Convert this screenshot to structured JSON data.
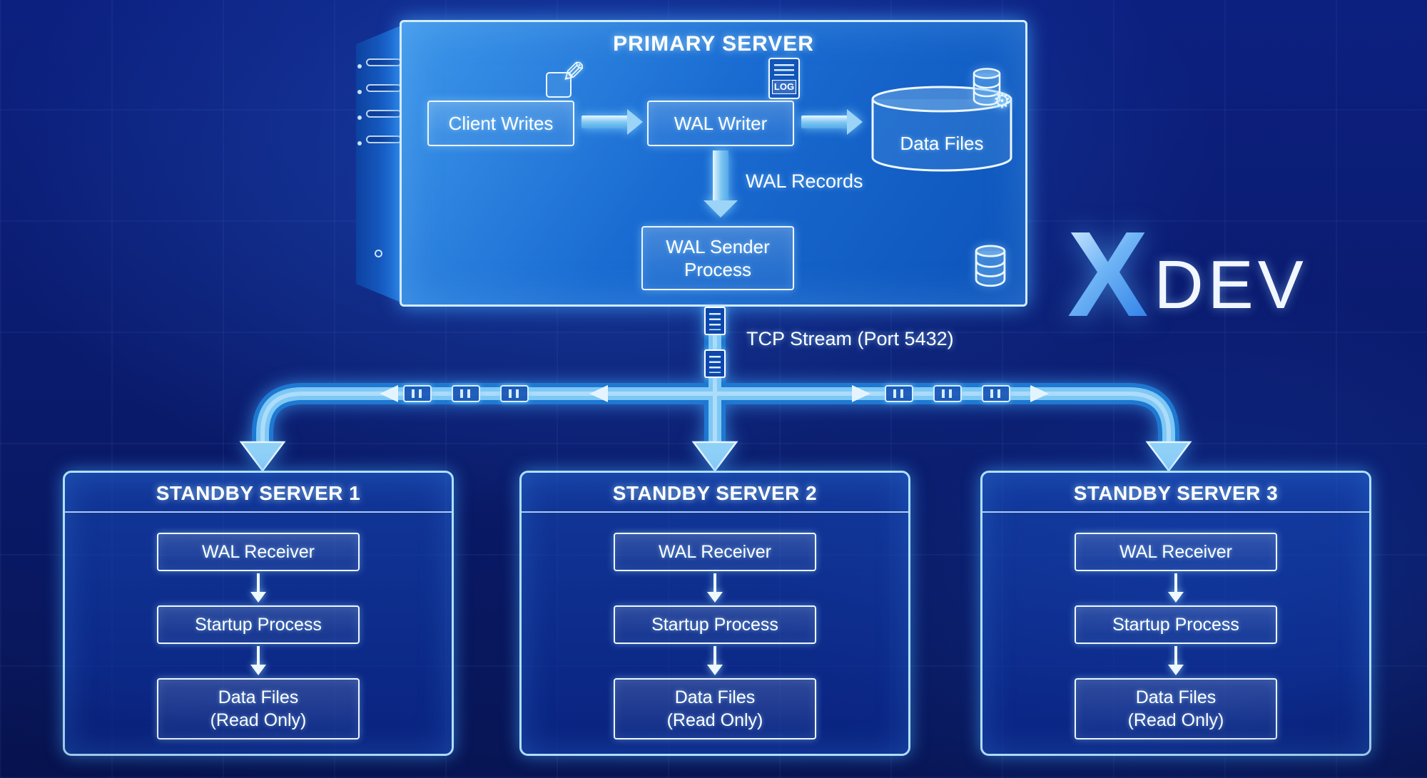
{
  "colors": {
    "background": "#0a1a6a",
    "panel_blue": "#1a6cd2",
    "accent_cyan": "#8fd0f7",
    "node_border": "#ecf7ff",
    "text": "#ffffff",
    "logo_gradient_start": "#cfe9ff",
    "logo_gradient_end": "#2e7fe8"
  },
  "primary": {
    "title": "PRIMARY SERVER",
    "client_writes": "Client Writes",
    "wal_writer": "WAL Writer",
    "data_files": "Data Files",
    "wal_records": "WAL Records",
    "wal_sender_line1": "WAL Sender",
    "wal_sender_line2": "Process"
  },
  "stream": {
    "tcp_label": "TCP Stream (Port 5432)"
  },
  "standby": [
    {
      "title": "STANDBY SERVER 1",
      "wal_receiver": "WAL Receiver",
      "startup_process": "Startup Process",
      "data_files_line1": "Data Files",
      "data_files_line2": "(Read Only)"
    },
    {
      "title": "STANDBY SERVER 2",
      "wal_receiver": "WAL Receiver",
      "startup_process": "Startup Process",
      "data_files_line1": "Data Files",
      "data_files_line2": "(Read Only)"
    },
    {
      "title": "STANDBY SERVER 3",
      "wal_receiver": "WAL Receiver",
      "startup_process": "Startup Process",
      "data_files_line1": "Data Files",
      "data_files_line2": "(Read Only)"
    }
  ],
  "logo": {
    "x": "X",
    "dev": "DEV"
  },
  "icons": {
    "pencil_glyph": "✎",
    "gear_glyph": "⚙",
    "log_label": "LOG"
  }
}
